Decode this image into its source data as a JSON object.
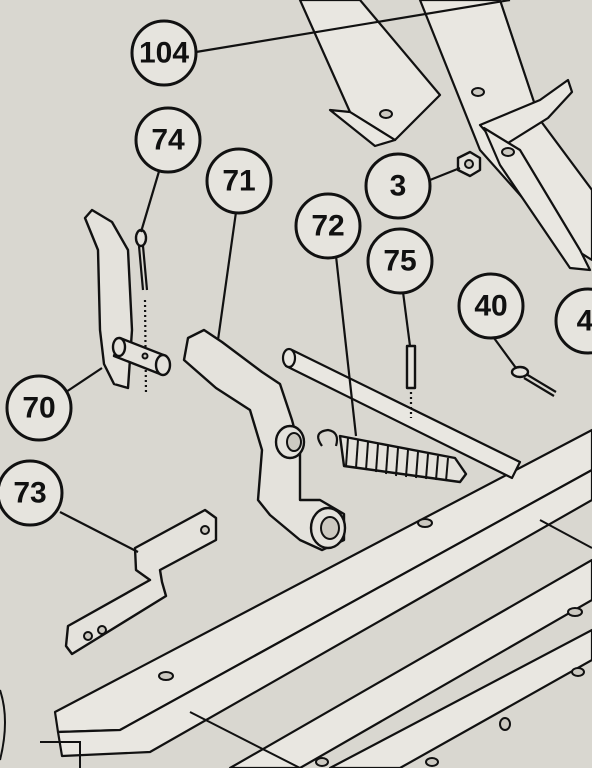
{
  "diagram": {
    "type": "exploded-parts-drawing",
    "background_color": "#d9d7d0",
    "line_color": "#111111",
    "callouts": [
      {
        "id": "c104",
        "label": "104"
      },
      {
        "id": "c74",
        "label": "74"
      },
      {
        "id": "c71",
        "label": "71"
      },
      {
        "id": "c3",
        "label": "3"
      },
      {
        "id": "c72",
        "label": "72"
      },
      {
        "id": "c75",
        "label": "75"
      },
      {
        "id": "c40",
        "label": "40"
      },
      {
        "id": "c4x",
        "label": "4"
      },
      {
        "id": "c70",
        "label": "70"
      },
      {
        "id": "c73",
        "label": "73"
      }
    ]
  }
}
